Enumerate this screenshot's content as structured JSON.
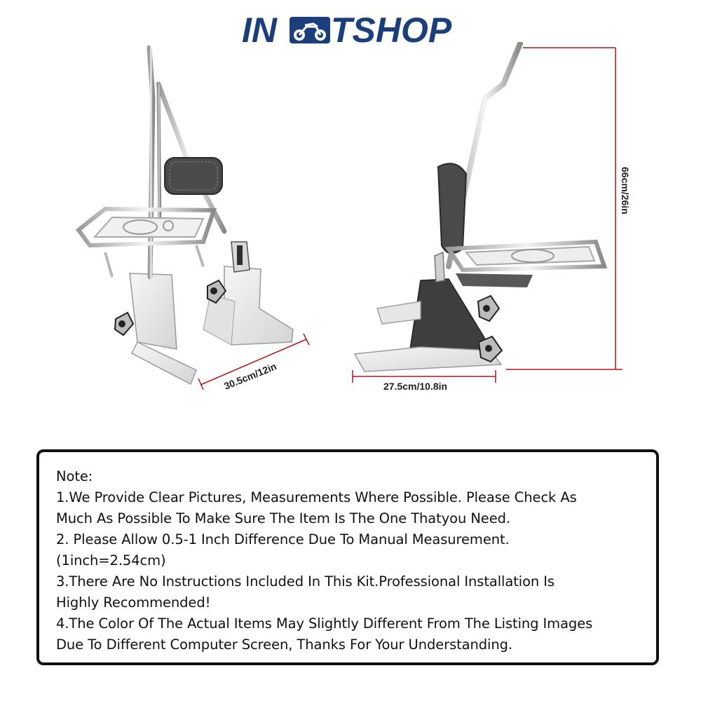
{
  "brand": {
    "logo_text_left": "IN",
    "logo_text_right": "TSHOP",
    "logo_alt": "INMTSHOP",
    "color": "#1a3f7a"
  },
  "dimensions": {
    "front_width": "30.5cm/12in",
    "side_depth": "27.5cm/10.8in",
    "height": "66cm/26in",
    "dimension_line_color": "#b0141e"
  },
  "note": {
    "title": "Note:",
    "lines": [
      "1.We Provide Clear Pictures, Measurements Where Possible. Please Check As",
      "Much As Possible To Make Sure The Item Is The One Thatyou Need.",
      "2. Please Allow 0.5-1 Inch Difference Due To Manual Measurement.",
      "(1inch=2.54cm)",
      "3.There Are No Instructions Included In This Kit.Professional Installation Is",
      "Highly Recommended!",
      "4.The Color Of The Actual Items May Slightly Different From The Listing Images",
      "Due To Different Computer Screen, Thanks For Your Understanding."
    ]
  }
}
